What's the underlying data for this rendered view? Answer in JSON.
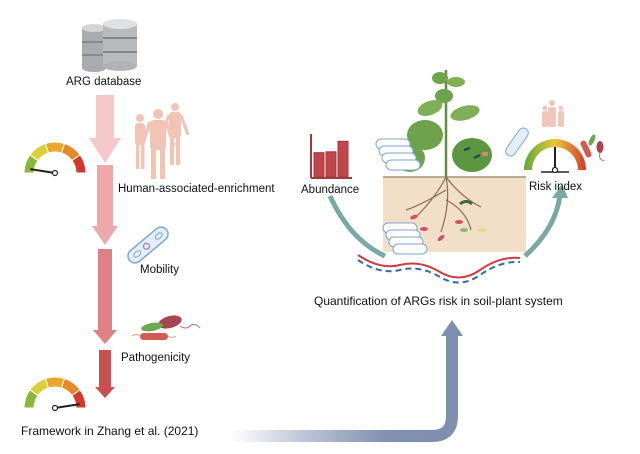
{
  "left_pipeline": {
    "database_label": "ARG database",
    "steps": [
      {
        "label": "Human-associated-enrichment",
        "icon": "human-figures-icon"
      },
      {
        "label": "Mobility",
        "icon": "plasmid-bacterium-icon"
      },
      {
        "label": "Pathogenicity",
        "icon": "pathogen-bacteria-icon"
      }
    ],
    "framework_label": "Framework in Zhang et al. (2021)",
    "arrow_colors": [
      "#f4c7c7",
      "#eca5a6",
      "#de7f80",
      "#c9504f"
    ]
  },
  "right_system": {
    "abundance_label": "Abundance",
    "risk_index_label": "Risk index",
    "title": "Quantification of ARGs risk in soil-plant system",
    "abundance_bar_relative_heights": [
      0.58,
      0.6,
      0.85
    ],
    "cycle_arrow_color": "#7aa9a2",
    "soil_color": "#f1dfc8"
  },
  "gauges": {
    "top_left_needle_level": 0.05,
    "bottom_left_needle_level": 0.95,
    "risk_index_needle_level": 0.5,
    "segment_colors": [
      "#8bb83a",
      "#d8cf3a",
      "#e8a830",
      "#e58a2a",
      "#d43a2c"
    ]
  },
  "connector_arrow_color": "#7f8fb0"
}
